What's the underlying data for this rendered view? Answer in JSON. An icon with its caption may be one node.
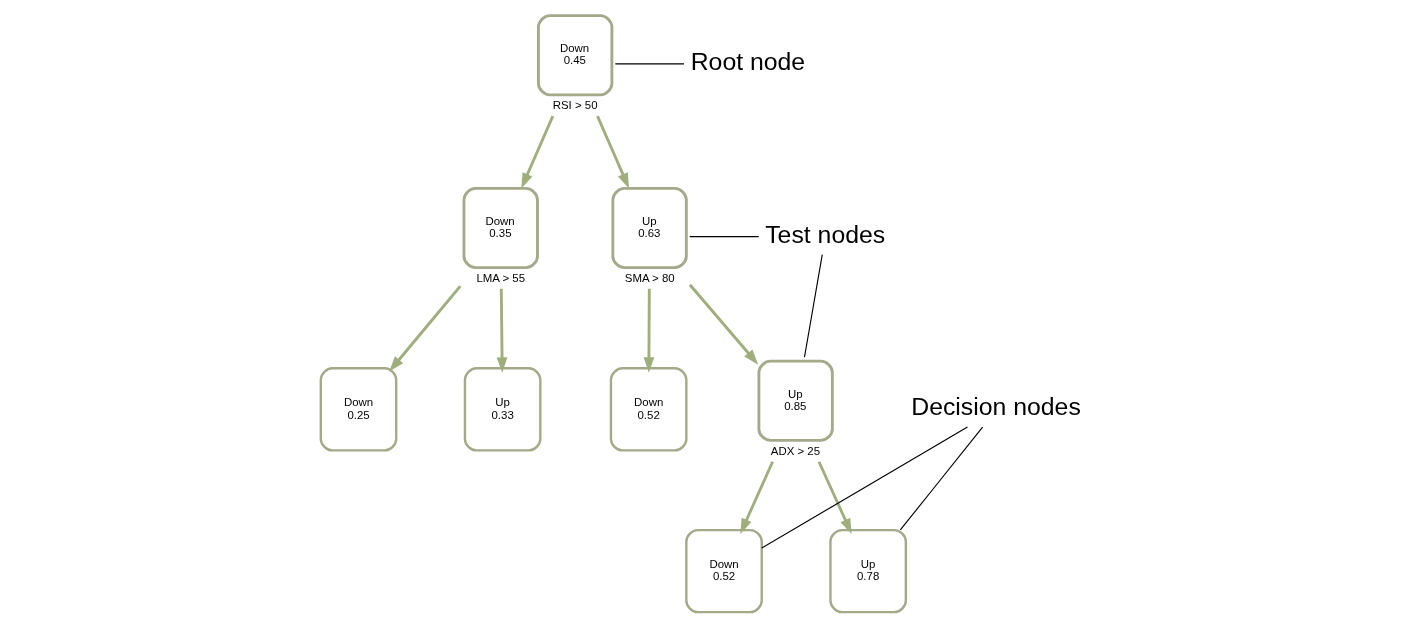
{
  "diagram": {
    "nodes": [
      {
        "text": [
          "Down",
          "0.45"
        ],
        "beside": [
          "RSI > 50"
        ]
      },
      {
        "text": [
          "Down",
          "0.35"
        ],
        "beside": [
          "LMA > 55"
        ]
      },
      {
        "text": [
          "Up",
          "0.63"
        ],
        "beside": [
          "SMA > 80"
        ]
      },
      {
        "text": [
          "Down",
          "0.25"
        ]
      },
      {
        "text": [
          "Up",
          "0.33"
        ]
      },
      {
        "text": [
          "Down",
          "0.52"
        ]
      },
      {
        "text": [
          "Up",
          "0.85"
        ],
        "beside": [
          "ADX > 25"
        ]
      },
      {
        "text": [
          "Down",
          "0.52"
        ]
      },
      {
        "text": [
          "Up",
          "0.78"
        ]
      },
      {
        "text": [
          "Root node"
        ]
      },
      {
        "text": [
          "Test nodes"
        ]
      },
      {
        "text": [
          "Decision nodes"
        ]
      }
    ],
    "edges": [
      {
        "from": 0,
        "to": 1,
        "arrow": "to"
      },
      {
        "from": 0,
        "to": 2,
        "arrow": "to"
      },
      {
        "from": 1,
        "to": 3,
        "arrow": "to"
      },
      {
        "from": 1,
        "to": 4,
        "arrow": "to"
      },
      {
        "from": 2,
        "to": 5,
        "arrow": "to"
      },
      {
        "from": 2,
        "to": 6,
        "arrow": "to"
      },
      {
        "from": 6,
        "to": 7,
        "arrow": "to"
      },
      {
        "from": 6,
        "to": 8,
        "arrow": "to"
      },
      {
        "from": 9,
        "to": 0,
        "arrow": "none",
        "color": "#000000"
      },
      {
        "from": 10,
        "to": 2,
        "arrow": "none",
        "color": "#000000"
      },
      {
        "from": 10,
        "to": 6,
        "arrow": "none",
        "color": "#000000"
      },
      {
        "from": 11,
        "to": 7,
        "arrow": "none",
        "color": "#000000"
      },
      {
        "from": 11,
        "to": 8,
        "arrow": "none",
        "color": "#000000"
      }
    ]
  }
}
